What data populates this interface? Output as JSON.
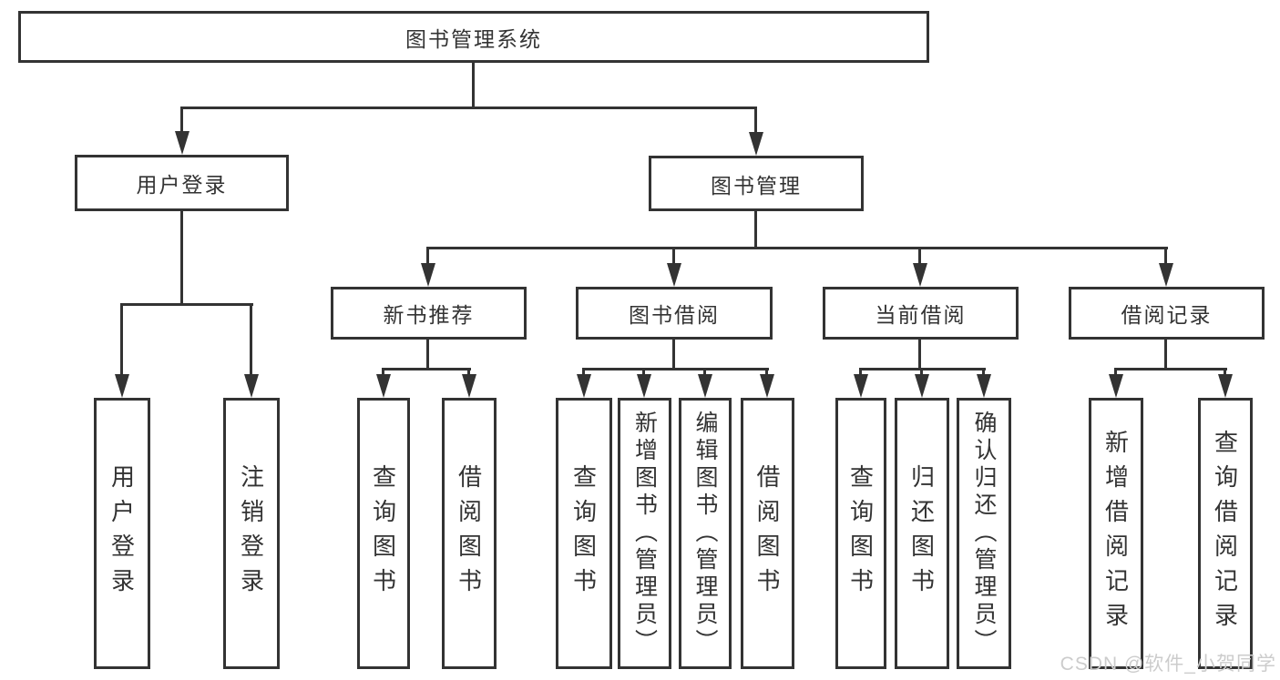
{
  "diagram": {
    "root": {
      "label": "图书管理系统"
    },
    "level2": [
      {
        "id": "user-login",
        "label": "用户登录"
      },
      {
        "id": "book-management",
        "label": "图书管理"
      }
    ],
    "level3": [
      {
        "id": "new-book-recommend",
        "parent": "book-management",
        "label": "新书推荐"
      },
      {
        "id": "book-borrow",
        "parent": "book-management",
        "label": "图书借阅"
      },
      {
        "id": "current-borrow",
        "parent": "book-management",
        "label": "当前借阅"
      },
      {
        "id": "borrow-records",
        "parent": "book-management",
        "label": "借阅记录"
      }
    ],
    "leaves": [
      {
        "parent": "user-login",
        "label": "用户登录"
      },
      {
        "parent": "user-login",
        "label": "注销登录"
      },
      {
        "parent": "new-book-recommend",
        "label": "查询图书"
      },
      {
        "parent": "new-book-recommend",
        "label": "借阅图书"
      },
      {
        "parent": "book-borrow",
        "label": "查询图书"
      },
      {
        "parent": "book-borrow",
        "label": "新增图书（管理员）"
      },
      {
        "parent": "book-borrow",
        "label": "编辑图书（管理员）"
      },
      {
        "parent": "book-borrow",
        "label": "借阅图书"
      },
      {
        "parent": "current-borrow",
        "label": "查询图书"
      },
      {
        "parent": "current-borrow",
        "label": "归还图书"
      },
      {
        "parent": "current-borrow",
        "label": "确认归还（管理员）"
      },
      {
        "parent": "borrow-records",
        "label": "新增借阅记录"
      },
      {
        "parent": "borrow-records",
        "label": "查询借阅记录"
      }
    ],
    "watermark": "CSDN @软件_小贺同学",
    "colors": {
      "line": "#333333",
      "text": "#333333",
      "background": "#ffffff",
      "watermark": "#cccccc"
    }
  }
}
